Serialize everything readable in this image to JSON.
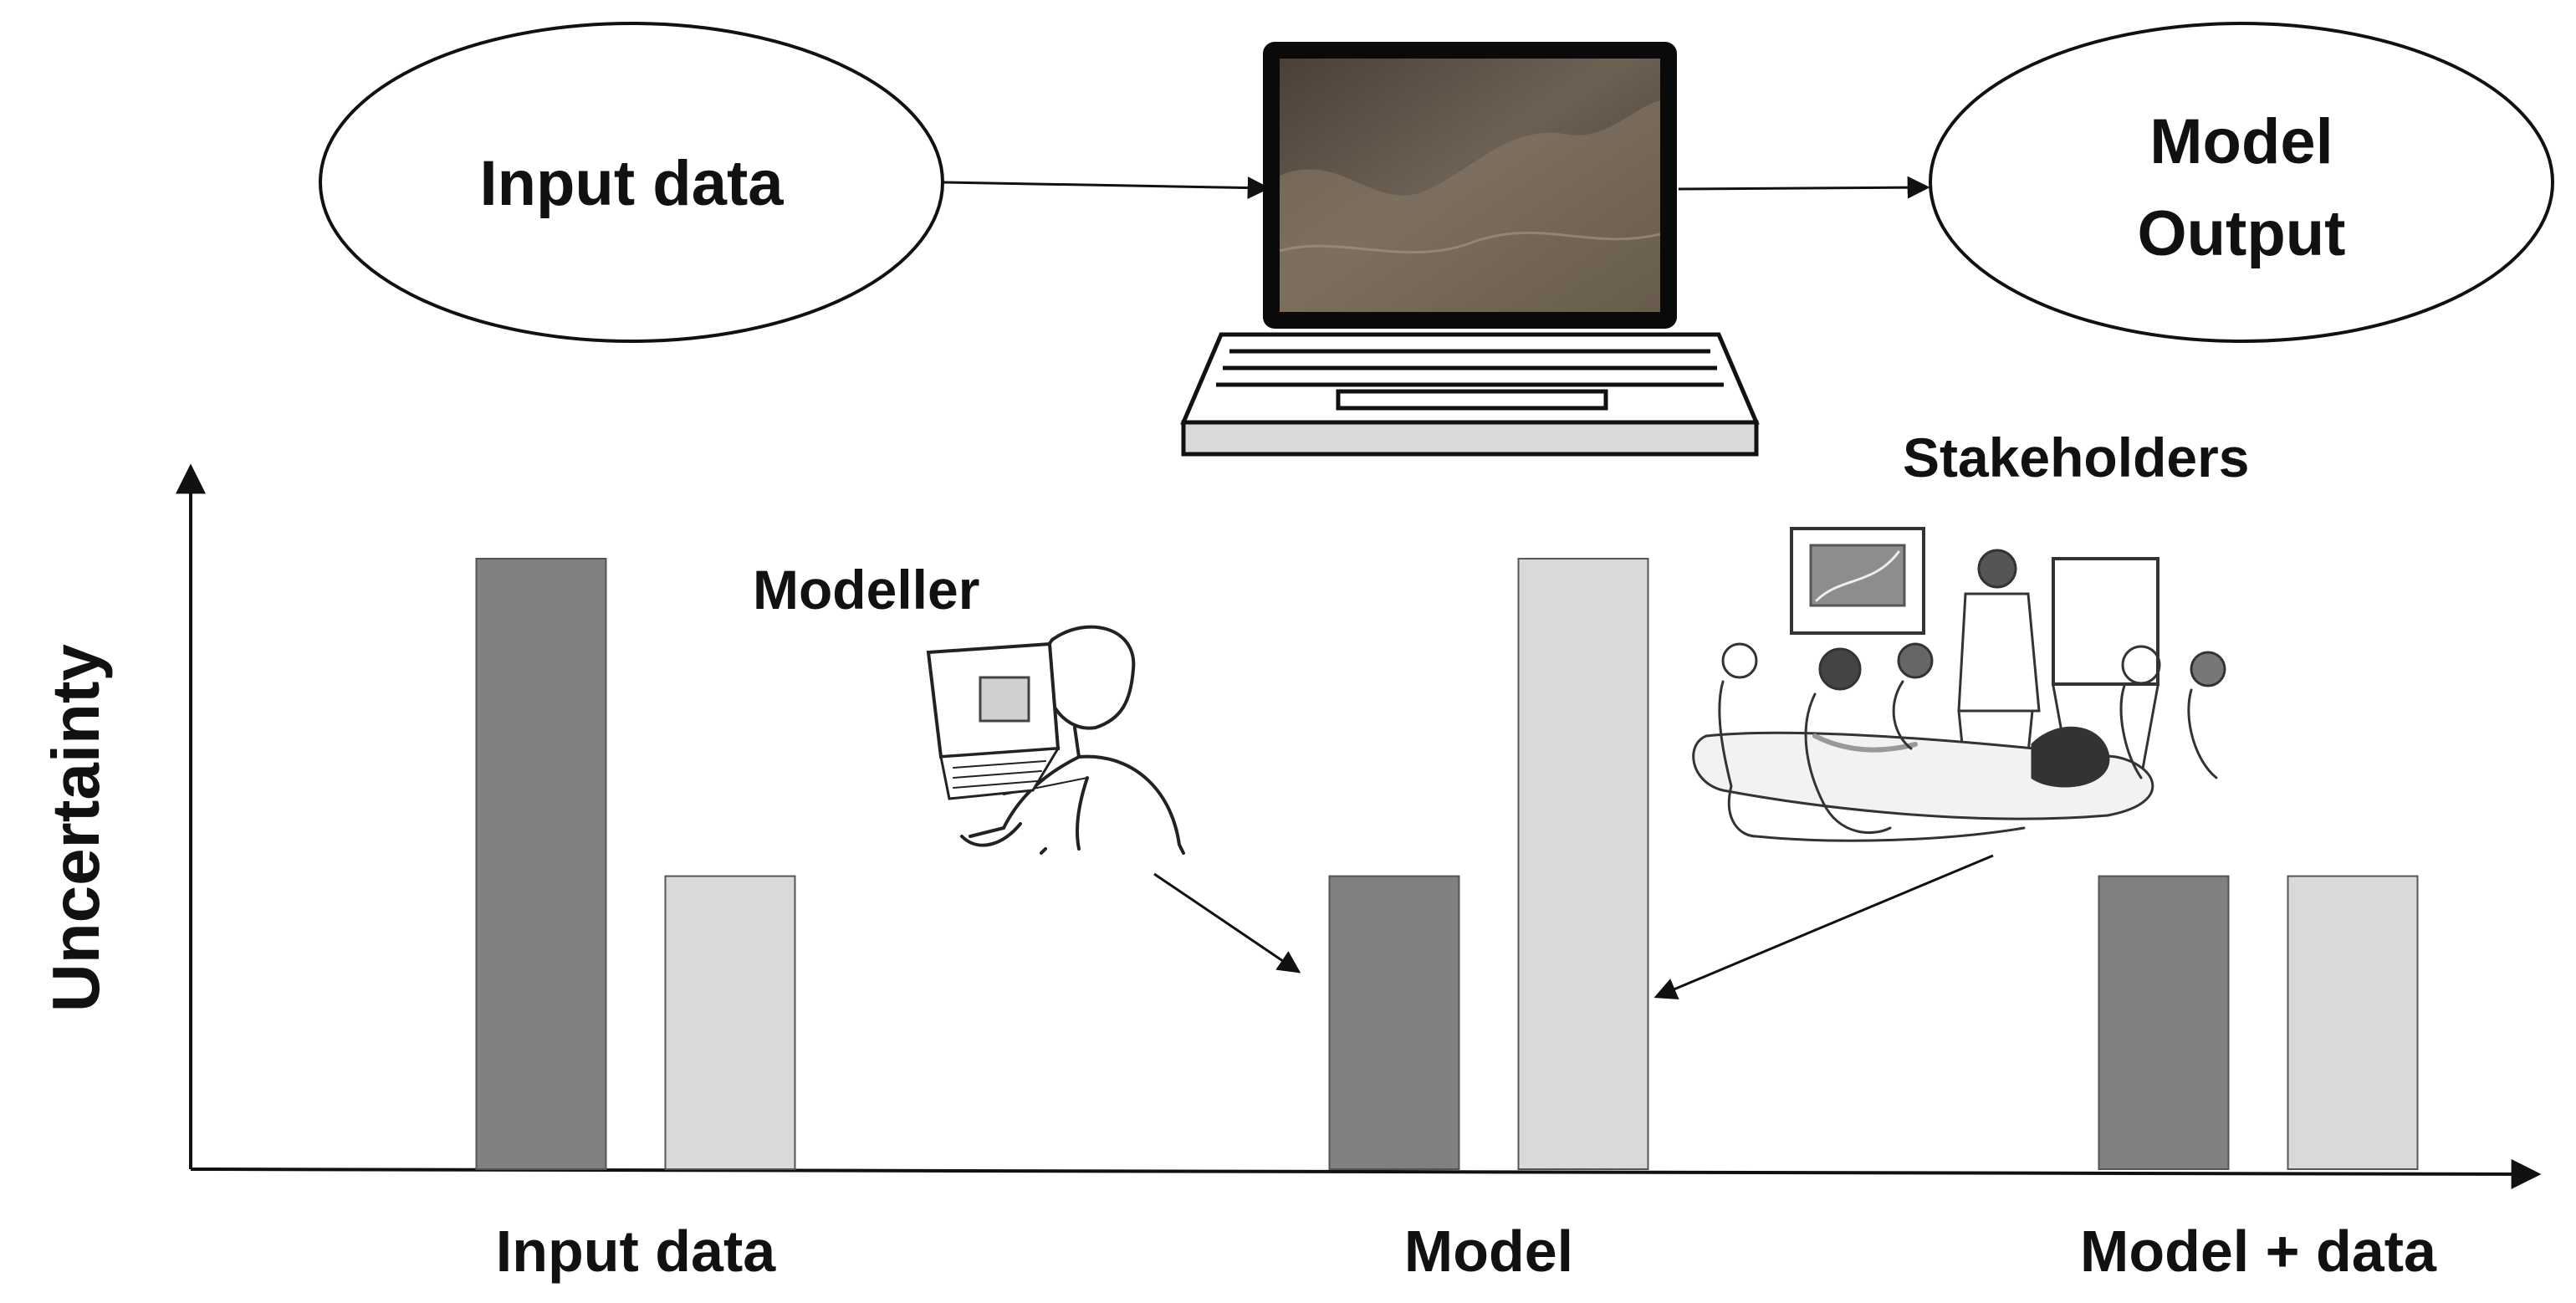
{
  "flow": {
    "input_label": "Input data",
    "output_label_line1": "Model",
    "output_label_line2": "Output"
  },
  "people": {
    "modeller_label": "Modeller",
    "stakeholders_label": "Stakeholders"
  },
  "chart_data": {
    "type": "bar",
    "ylabel": "Uncertainty",
    "xlabel": "",
    "categories": [
      "Input data",
      "Model",
      "Model + data"
    ],
    "series": [
      {
        "values": [
          100,
          48,
          48
        ],
        "color": "#808080"
      },
      {
        "values": [
          48,
          100,
          48
        ],
        "color": "#d9d9d9"
      }
    ],
    "ylim": [
      0,
      110
    ],
    "grid": false,
    "legend": "none"
  }
}
